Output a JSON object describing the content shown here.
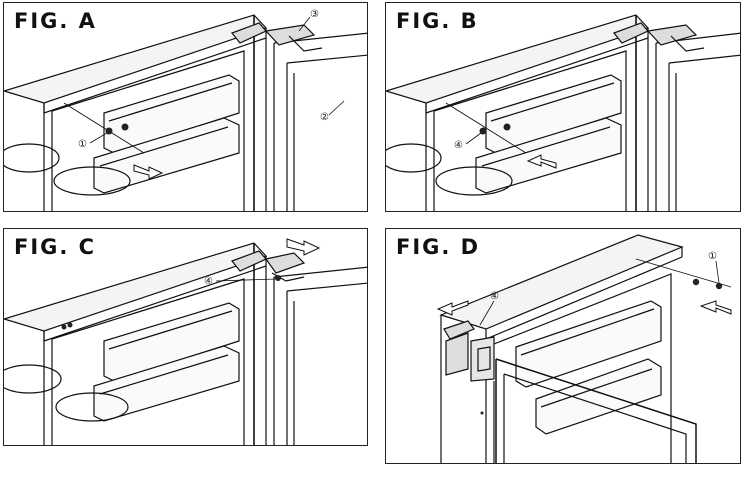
{
  "figures": [
    {
      "id": "A",
      "label": "FIG. A",
      "callouts": [
        "①",
        "②",
        "③"
      ]
    },
    {
      "id": "B",
      "label": "FIG. B",
      "callouts": [
        "④"
      ]
    },
    {
      "id": "C",
      "label": "FIG. C",
      "callouts": [
        "④"
      ]
    },
    {
      "id": "D",
      "label": "FIG. D",
      "callouts": [
        "④",
        "①"
      ]
    }
  ]
}
